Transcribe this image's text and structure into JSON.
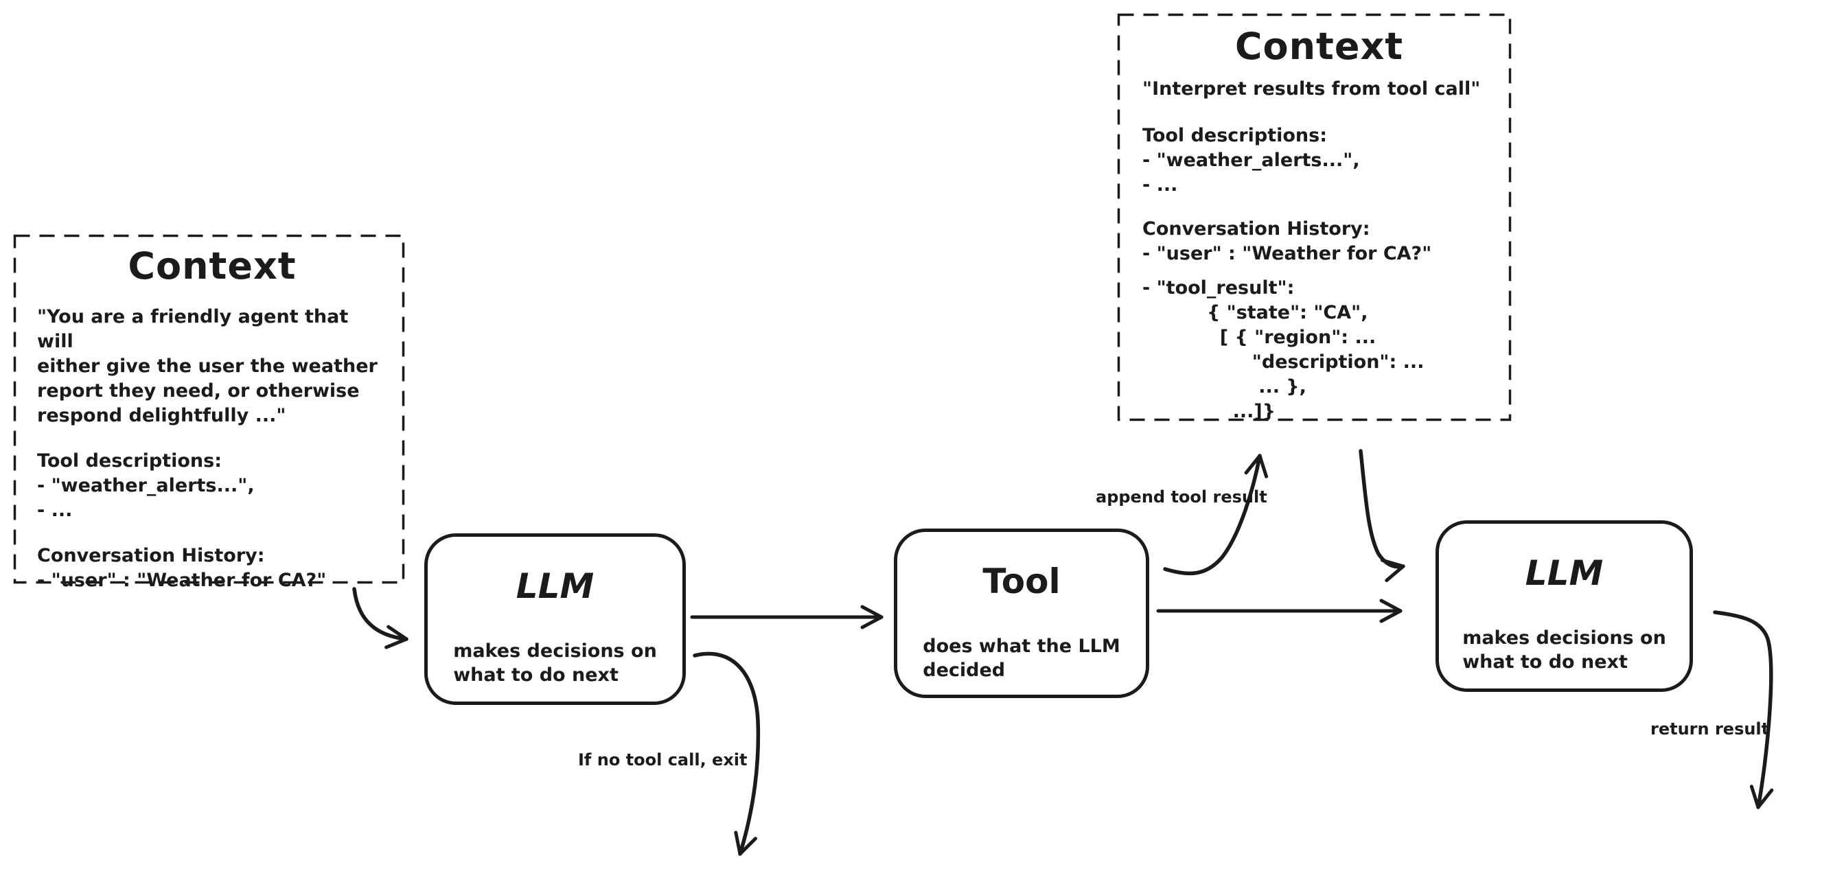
{
  "colors": {
    "ink": "#1b1b1b",
    "background": "#ffffff"
  },
  "context_initial": {
    "title": "Context",
    "system_prompt": "\"You are a friendly agent that will\neither give the user the weather\nreport they need, or otherwise\nrespond delightfully ...\"",
    "tool_descriptions_heading": "Tool descriptions:",
    "tool_descriptions": [
      "- \"weather_alerts...\",",
      "- ..."
    ],
    "conversation_heading": "Conversation History:",
    "conversation": [
      "- \"user\" : \"Weather for CA?\""
    ]
  },
  "context_tool_result": {
    "title": "Context",
    "system_prompt": "\"Interpret results from tool call\"",
    "tool_descriptions_heading": "Tool descriptions:",
    "tool_descriptions": [
      "- \"weather_alerts...\",",
      "- ..."
    ],
    "conversation_heading": "Conversation History:",
    "conversation": [
      "- \"user\" : \"Weather for CA?\""
    ],
    "tool_result_lines": [
      "- \"tool_result\":",
      "          { \"state\": \"CA\",",
      "            [ { \"region\": ...",
      "                 \"description\": ...",
      "                  ... },",
      "              ...]}"
    ]
  },
  "nodes": {
    "llm_first": {
      "title": "LLM",
      "subtitle": "makes decisions on\nwhat to do next"
    },
    "tool": {
      "title": "Tool",
      "subtitle": "does what the LLM\ndecided"
    },
    "llm_second": {
      "title": "LLM",
      "subtitle": "makes decisions on\nwhat to do next"
    }
  },
  "edge_labels": {
    "append_tool_result": "append tool result",
    "no_tool_call_exit": "If no tool call, exit",
    "return_result": "return result"
  }
}
